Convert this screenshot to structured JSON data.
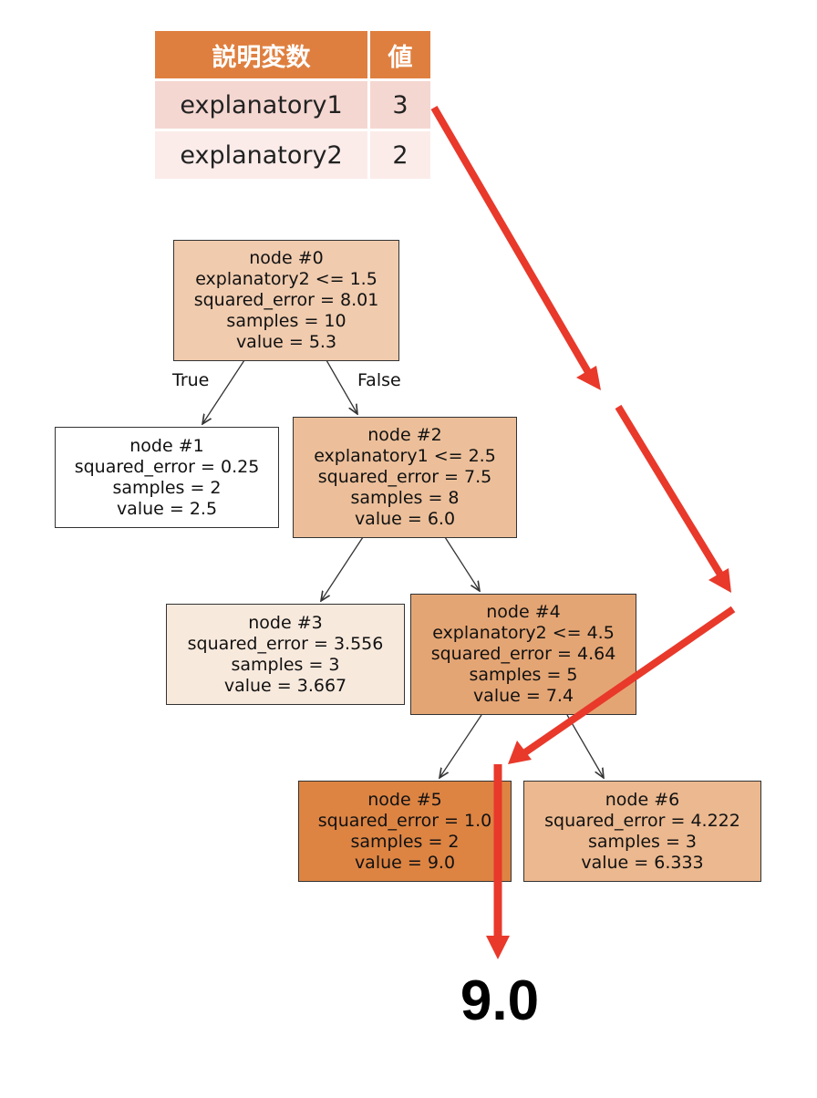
{
  "input_table": {
    "headers": [
      "説明変数",
      "値"
    ],
    "rows": [
      {
        "name": "explanatory1",
        "value": "3"
      },
      {
        "name": "explanatory2",
        "value": "2"
      }
    ]
  },
  "tree": {
    "nodes": [
      {
        "id": "node-0",
        "title": "node #0",
        "split": "explanatory2 <= 1.5",
        "error": "squared_error = 8.01",
        "samples": "samples = 10",
        "value": "value = 5.3",
        "fill": "#f0cbae"
      },
      {
        "id": "node-1",
        "title": "node #1",
        "split": "",
        "error": "squared_error = 0.25",
        "samples": "samples = 2",
        "value": "value = 2.5",
        "fill": "#ffffff"
      },
      {
        "id": "node-2",
        "title": "node #2",
        "split": "explanatory1 <= 2.5",
        "error": "squared_error = 7.5",
        "samples": "samples = 8",
        "value": "value = 6.0",
        "fill": "#ecbf9a"
      },
      {
        "id": "node-3",
        "title": "node #3",
        "split": "",
        "error": "squared_error = 3.556",
        "samples": "samples = 3",
        "value": "value = 3.667",
        "fill": "#f8e9dd"
      },
      {
        "id": "node-4",
        "title": "node #4",
        "split": "explanatory2 <= 4.5",
        "error": "squared_error = 4.64",
        "samples": "samples = 5",
        "value": "value = 7.4",
        "fill": "#e4a574"
      },
      {
        "id": "node-5",
        "title": "node #5",
        "split": "",
        "error": "squared_error = 1.0",
        "samples": "samples = 2",
        "value": "value = 9.0",
        "fill": "#dd8443"
      },
      {
        "id": "node-6",
        "title": "node #6",
        "split": "",
        "error": "squared_error = 4.222",
        "samples": "samples = 3",
        "value": "value = 6.333",
        "fill": "#ebb88f"
      }
    ],
    "edge_labels": {
      "true": "True",
      "false": "False"
    }
  },
  "colors": {
    "header": "#df7f3f",
    "arrow": "#e8392b"
  },
  "result": "9.0"
}
